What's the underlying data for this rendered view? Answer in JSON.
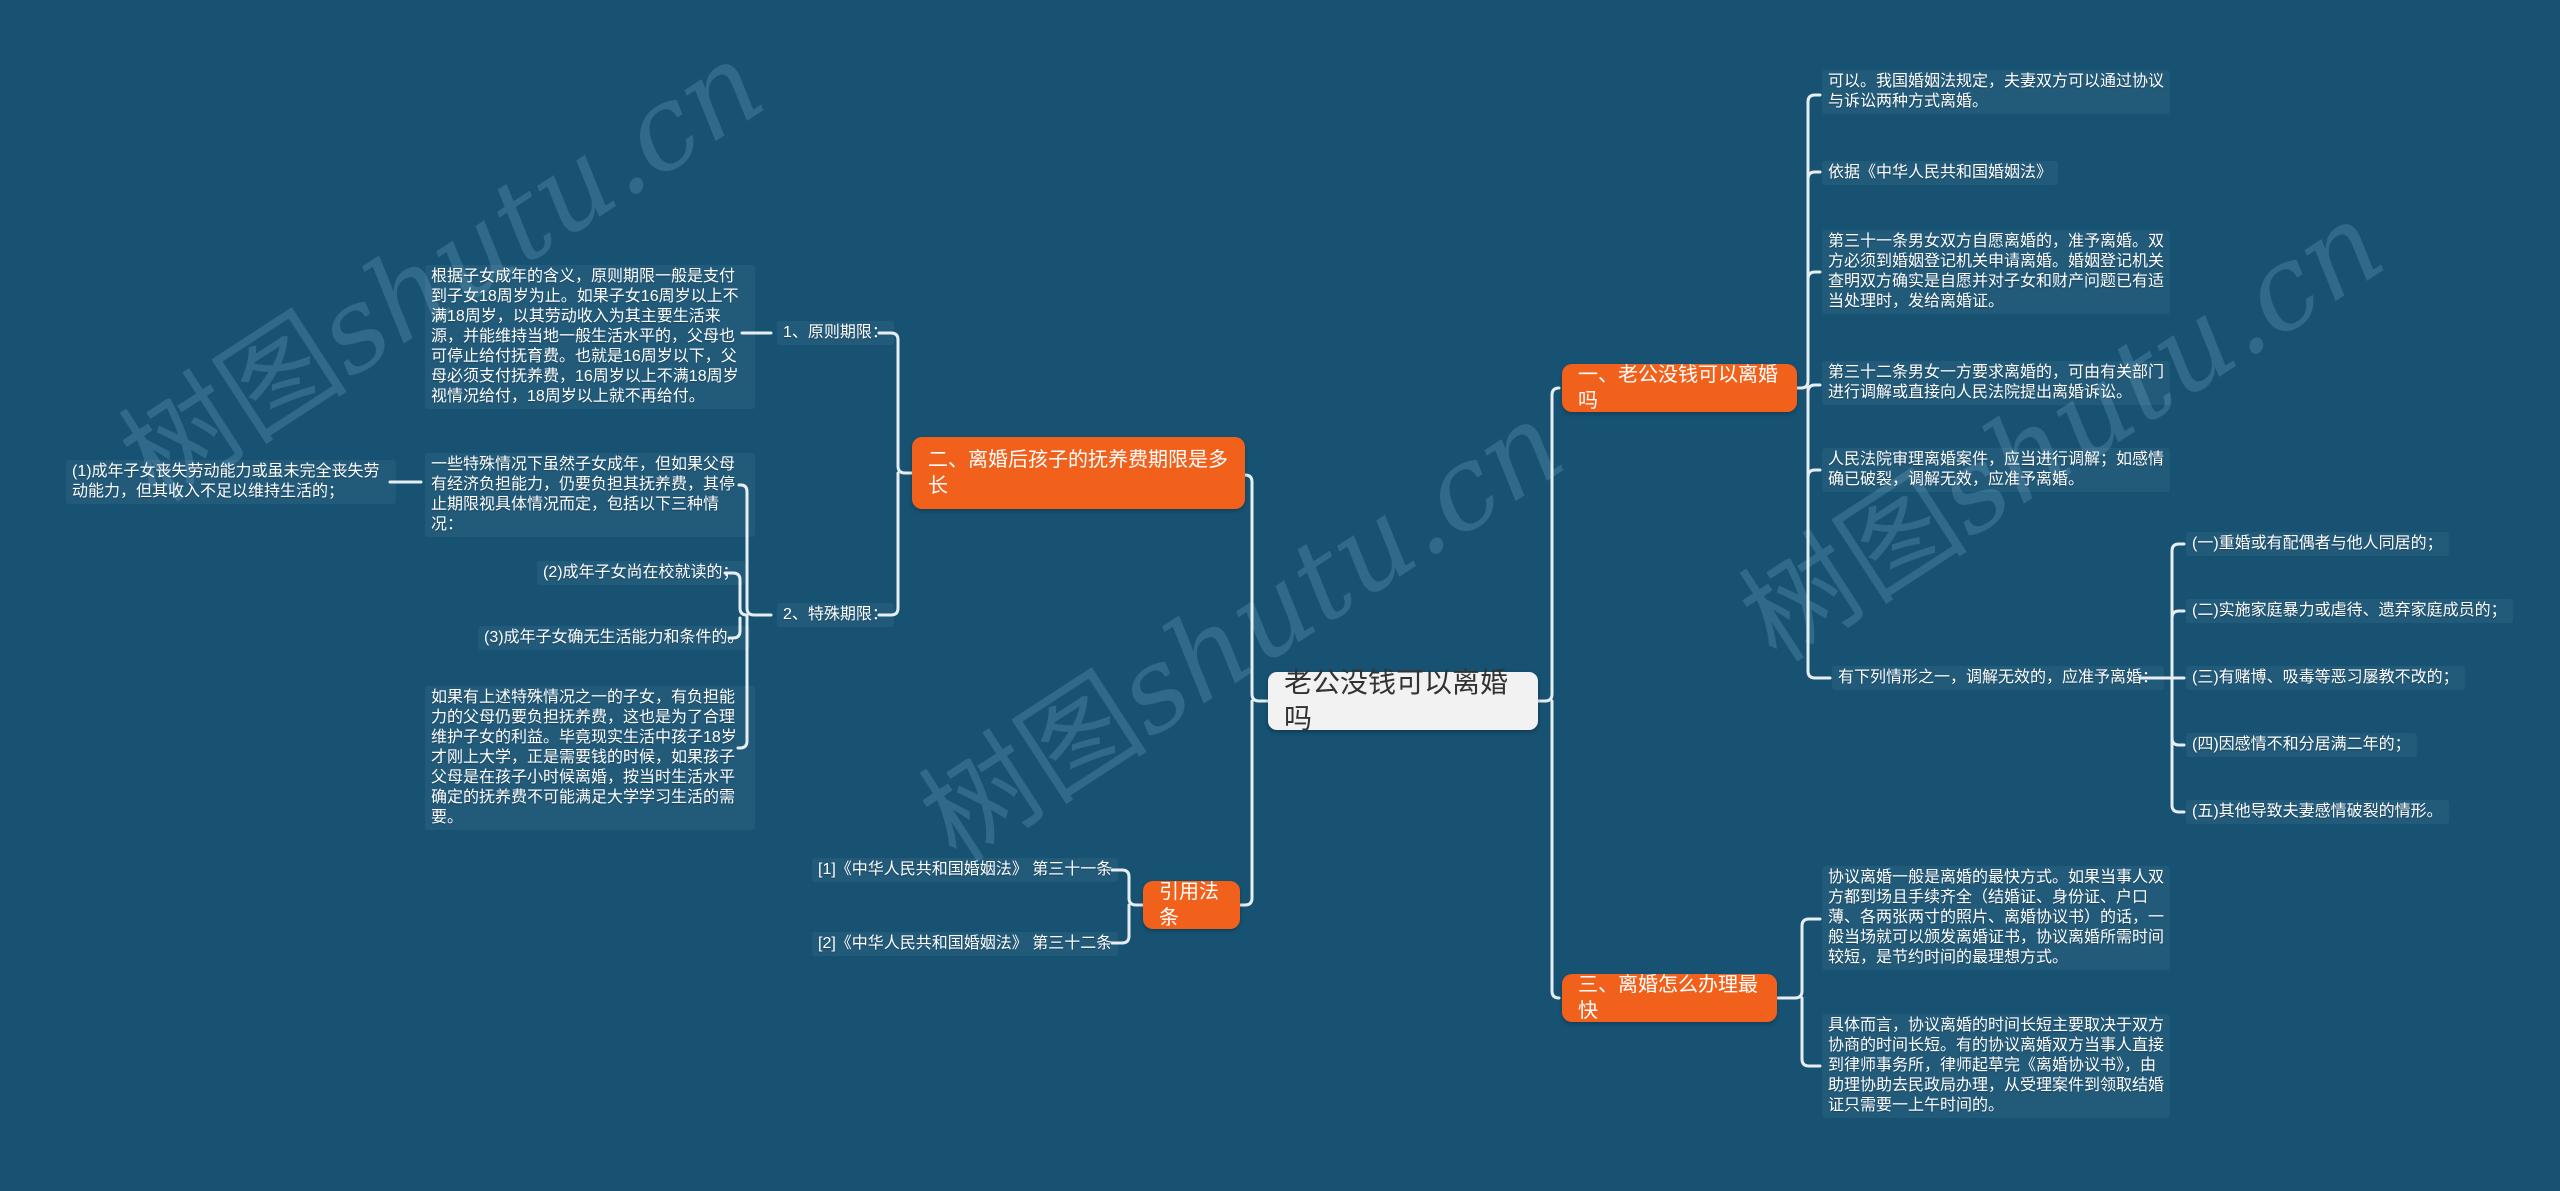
{
  "colors": {
    "background": "#175273",
    "accent_orange": "#f2611c",
    "line": "#e7eef3",
    "center_node_bg": "#f2f2f2",
    "center_node_text": "#333333"
  },
  "watermark": {
    "cn": "树图",
    "latin": "shutu.cn"
  },
  "center": {
    "title": "老公没钱可以离婚吗"
  },
  "branch_one": {
    "label": "一、老公没钱可以离婚吗",
    "answers": [
      "可以。我国婚姻法规定，夫妻双方可以通过协议与诉讼两种方式离婚。",
      "依据《中华人民共和国婚姻法》",
      "第三十一条男女双方自愿离婚的，准予离婚。双方必须到婚姻登记机关申请离婚。婚姻登记机关查明双方确实是自愿并对子女和财产问题已有适当处理时，发给离婚证。",
      "第三十二条男女一方要求离婚的，可由有关部门进行调解或直接向人民法院提出离婚诉讼。",
      "人民法院审理离婚案件，应当进行调解；如感情确已破裂，调解无效，应准予离婚。",
      "有下列情形之一，调解无效的，应准予离婚："
    ],
    "situations": [
      "(一)重婚或有配偶者与他人同居的；",
      "(二)实施家庭暴力或虐待、遗弃家庭成员的；",
      "(三)有赌博、吸毒等恶习屡教不改的；",
      "(四)因感情不和分居满二年的；",
      "(五)其他导致夫妻感情破裂的情形。"
    ]
  },
  "branch_two": {
    "label": "二、离婚后孩子的抚养费期限是多长",
    "principle": {
      "label": "1、原则期限：",
      "text": "根据子女成年的含义，原则期限一般是支付到子女18周岁为止。如果子女16周岁以上不满18周岁，以其劳动收入为其主要生活来源，并能维持当地一般生活水平的，父母也可停止给付抚育费。也就是16周岁以下，父母必须支付抚养费，16周岁以上不满18周岁视情况给付，18周岁以上就不再给付。"
    },
    "special": {
      "label": "2、特殊期限：",
      "intro": "一些特殊情况下虽然子女成年，但如果父母有经济负担能力，仍要负担其抚养费，其停止期限视具体情况而定，包括以下三种情况：",
      "case_disability": "(1)成年子女丧失劳动能力或虽未完全丧失劳动能力，但其收入不足以维持生活的；",
      "case_school": "(2)成年子女尚在校就读的；",
      "case_no_ability": "(3)成年子女确无生活能力和条件的。",
      "note": "如果有上述特殊情况之一的子女，有负担能力的父母仍要负担抚养费，这也是为了合理维护子女的利益。毕竟现实生活中孩子18岁才刚上大学，正是需要钱的时候，如果孩子父母是在孩子小时候离婚，按当时生活水平确定的抚养费不可能满足大学学习生活的需要。"
    }
  },
  "branch_three": {
    "label": "三、离婚怎么办理最快",
    "paragraphs": [
      "协议离婚一般是离婚的最快方式。如果当事人双方都到场且手续齐全（结婚证、身份证、户口薄、各两张两寸的照片、离婚协议书）的话，一般当场就可以颁发离婚证书，协议离婚所需时间较短，是节约时间的最理想方式。",
      "具体而言，协议离婚的时间长短主要取决于双方协商的时间长短。有的协议离婚双方当事人直接到律师事务所，律师起草完《离婚协议书》，由助理协助去民政局办理，从受理案件到领取结婚证只需要一上午时间的。"
    ]
  },
  "references": {
    "label": "引用法条",
    "items": [
      "[1]《中华人民共和国婚姻法》 第三十一条",
      "[2]《中华人民共和国婚姻法》 第三十二条"
    ]
  }
}
